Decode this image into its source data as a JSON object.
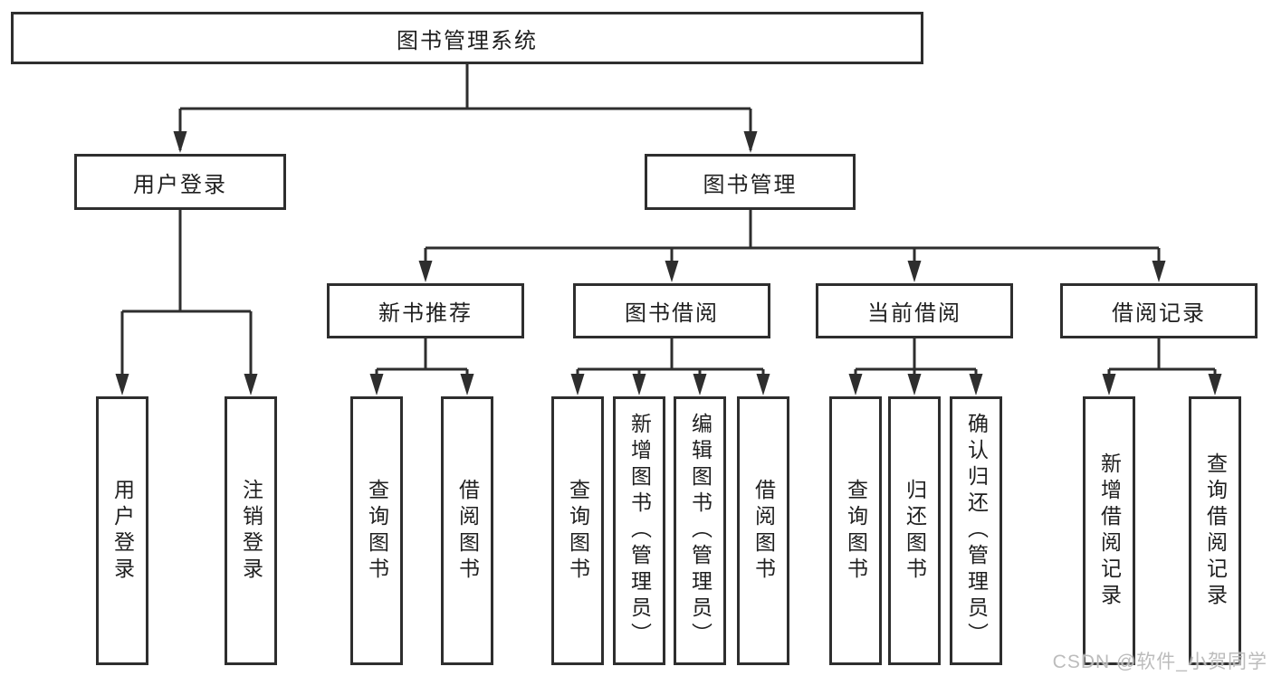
{
  "colors": {
    "line": "#2e2e2e",
    "text": "#1f1f1f",
    "box_background": "#ffffff",
    "watermark": "#b8b8b8"
  },
  "watermark": {
    "text": "CSDN @软件_小贺同学"
  },
  "diagram": {
    "type": "hierarchy",
    "root": {
      "id": "system",
      "label": "图书管理系统"
    },
    "level1": [
      {
        "id": "user-login",
        "label": "用户登录",
        "parent": "system"
      },
      {
        "id": "book-management",
        "label": "图书管理",
        "parent": "system"
      }
    ],
    "level2": [
      {
        "id": "new-book-recommend",
        "label": "新书推荐",
        "parent": "book-management"
      },
      {
        "id": "book-borrowing",
        "label": "图书借阅",
        "parent": "book-management"
      },
      {
        "id": "current-borrowing",
        "label": "当前借阅",
        "parent": "book-management"
      },
      {
        "id": "borrowing-records",
        "label": "借阅记录",
        "parent": "book-management"
      }
    ],
    "leaves": [
      {
        "id": "leaf-user-login",
        "label": "用户登录",
        "parent": "user-login"
      },
      {
        "id": "leaf-logout",
        "label": "注销登录",
        "parent": "user-login"
      },
      {
        "id": "leaf-query-book-recommend",
        "label": "查询图书",
        "parent": "new-book-recommend"
      },
      {
        "id": "leaf-borrow-book-recommend",
        "label": "借阅图书",
        "parent": "new-book-recommend"
      },
      {
        "id": "leaf-query-book-borrowing",
        "label": "查询图书",
        "parent": "book-borrowing"
      },
      {
        "id": "leaf-add-book-admin",
        "label": "新增图书（管理员）",
        "parent": "book-borrowing"
      },
      {
        "id": "leaf-edit-book-admin",
        "label": "编辑图书（管理员）",
        "parent": "book-borrowing"
      },
      {
        "id": "leaf-borrow-book-borrowing",
        "label": "借阅图书",
        "parent": "book-borrowing"
      },
      {
        "id": "leaf-query-book-current",
        "label": "查询图书",
        "parent": "current-borrowing"
      },
      {
        "id": "leaf-return-book",
        "label": "归还图书",
        "parent": "current-borrowing"
      },
      {
        "id": "leaf-confirm-return-admin",
        "label": "确认归还（管理员）",
        "parent": "current-borrowing"
      },
      {
        "id": "leaf-add-borrow-record",
        "label": "新增借阅记录",
        "parent": "borrowing-records"
      },
      {
        "id": "leaf-query-borrow-record",
        "label": "查询借阅记录",
        "parent": "borrowing-records"
      }
    ]
  }
}
